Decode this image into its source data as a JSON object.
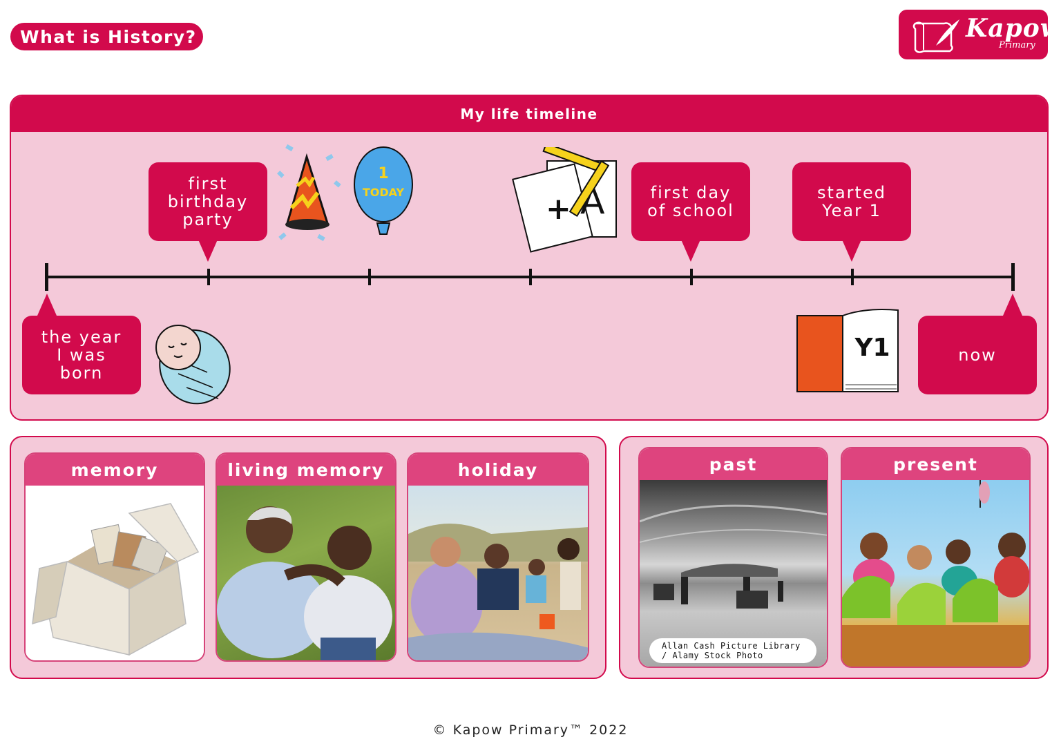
{
  "header": {
    "title": "What is History?"
  },
  "logo": {
    "word": "Kapow",
    "sub": "Primary"
  },
  "timeline": {
    "title": "My life timeline",
    "events": {
      "born": "the year\nI was\nborn",
      "birthday": "first\nbirthday\nparty",
      "school": "first day\nof school",
      "year1": "started\nYear 1",
      "now": "now"
    },
    "balloon_text": {
      "line1": "1",
      "line2": "TODAY"
    },
    "book_label": "Y1"
  },
  "vocab": {
    "cards": [
      {
        "label": "memory"
      },
      {
        "label": "living memory"
      },
      {
        "label": "holiday"
      }
    ],
    "compare": [
      {
        "label": "past"
      },
      {
        "label": "present"
      }
    ],
    "photo_credit": "Allan Cash Picture Library\n/ Alamy Stock Photo"
  },
  "footer": {
    "text": "© Kapow Primary™ 2022"
  },
  "colors": {
    "primary": "#d20a4c",
    "panel": "#f4c9d9",
    "card_header": "#de447e"
  }
}
